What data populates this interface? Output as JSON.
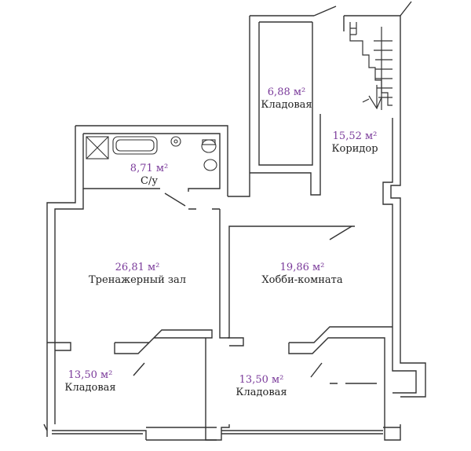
{
  "rooms": {
    "storage_top": {
      "area": "6,88 м²",
      "name": "Кладовая"
    },
    "corridor": {
      "area": "15,52 м²",
      "name": "Коридор"
    },
    "bathroom": {
      "area": "8,71 м²",
      "name": "С/у"
    },
    "gym": {
      "area": "26,81 м²",
      "name": "Тренажерный зал"
    },
    "hobby": {
      "area": "19,86 м²",
      "name": "Хобби-комната"
    },
    "storage_left": {
      "area": "13,50 м²",
      "name": "Кладовая"
    },
    "storage_mid": {
      "area": "13,50 м²",
      "name": "Кладовая"
    }
  },
  "colors": {
    "wall": "#333333",
    "area_text": "#7a3a9a",
    "label_text": "#222222"
  }
}
